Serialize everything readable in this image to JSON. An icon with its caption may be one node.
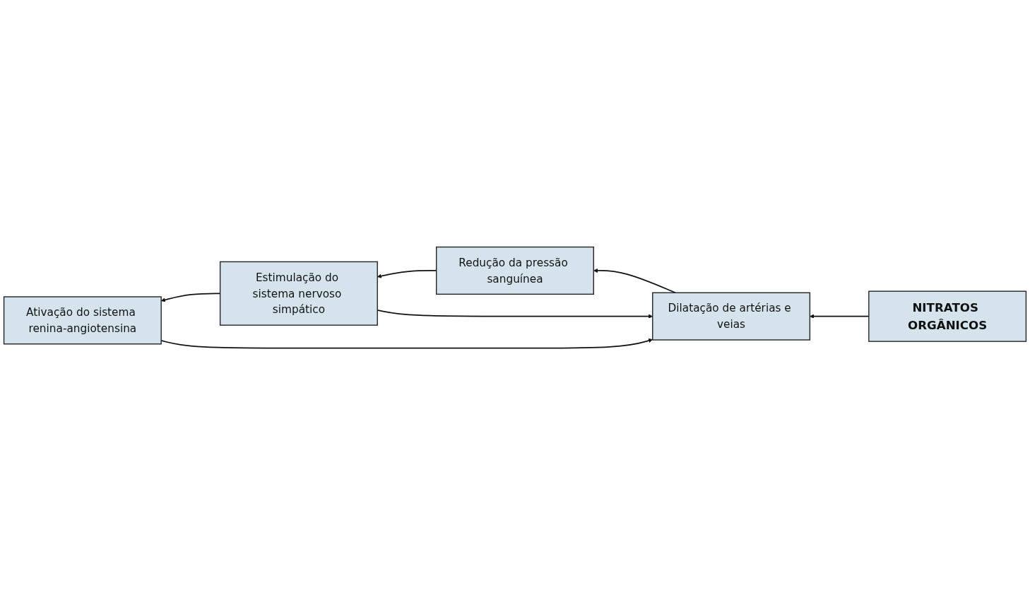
{
  "diagram": {
    "nodes": [
      {
        "text": [
          "NITRATOS ORGÂNICOS"
        ]
      },
      {
        "text": [
          "Ativação do sistema renina-angiotensina"
        ]
      },
      {
        "text": [
          "Dilatação de artérias e veias"
        ]
      },
      {
        "text": [
          "Estimulação do sistema nervoso simpático"
        ]
      },
      {
        "text": [
          "Redução da pressão sanguínea"
        ]
      }
    ],
    "edges": [
      {
        "from": 0,
        "to": 2,
        "arrow": "to"
      },
      {
        "from": 1,
        "to": 2,
        "arrow": "to"
      },
      {
        "from": 3,
        "to": 2,
        "arrow": "to"
      },
      {
        "from": 2,
        "to": 4,
        "arrow": "to"
      },
      {
        "from": 4,
        "to": 3,
        "arrow": "to"
      },
      {
        "from": 3,
        "to": 1,
        "arrow": "to"
      }
    ]
  }
}
